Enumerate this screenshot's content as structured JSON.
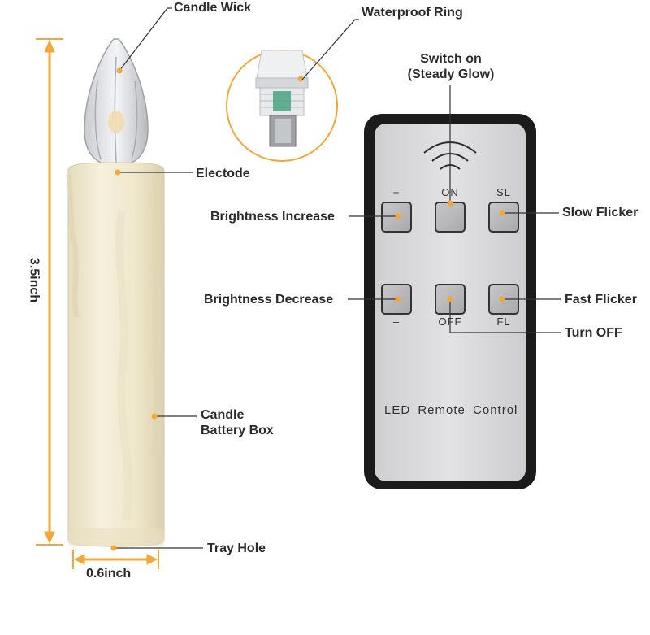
{
  "labels": {
    "candle_wick": "Candle Wick",
    "waterproof_ring": "Waterproof Ring",
    "switch_on_line1": "Switch on",
    "switch_on_line2": "(Steady Glow)",
    "electode": "Electode",
    "brightness_increase": "Brightness Increase",
    "slow_flicker": "Slow Flicker",
    "brightness_decrease": "Brightness Decrease",
    "fast_flicker": "Fast Flicker",
    "turn_off": "Turn OFF",
    "battery_box_line1": "Candle",
    "battery_box_line2": "Battery Box",
    "tray_hole": "Tray Hole",
    "height": "3.5inch",
    "width": "0.6inch"
  },
  "remote": {
    "title": "LED Remote Control",
    "buttons": {
      "plus": "+",
      "on": "ON",
      "sl": "SL",
      "minus": "–",
      "off": "OFF",
      "fl": "FL"
    }
  },
  "colors": {
    "accent": "#f2a73a",
    "candle_body": "#f3ecd3",
    "remote_body": "#1b1b1b",
    "remote_face": "#d9d9db",
    "button": "#b9b9bb"
  }
}
